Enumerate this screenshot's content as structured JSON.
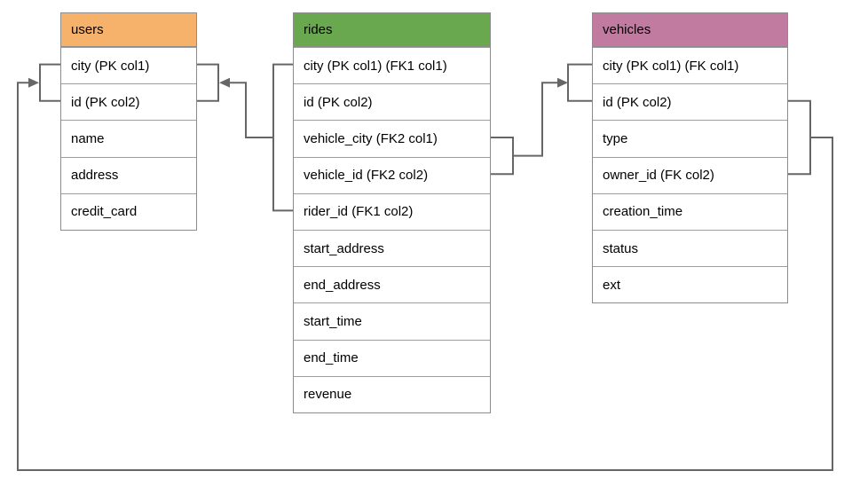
{
  "diagram": {
    "type": "database-schema-er-diagram",
    "line_color": "#666666",
    "tables": [
      {
        "name": "users",
        "header_color": "#F6B26B",
        "columns": [
          "city (PK col1)",
          "id (PK col2)",
          "name",
          "address",
          "credit_card"
        ]
      },
      {
        "name": "rides",
        "header_color": "#6AA84F",
        "columns": [
          "city (PK col1) (FK1 col1)",
          "id (PK col2)",
          "vehicle_city (FK2 col1)",
          "vehicle_id (FK2 col2)",
          "rider_id (FK1 col2)",
          "start_address",
          "end_address",
          "start_time",
          "end_time",
          "revenue"
        ]
      },
      {
        "name": "vehicles",
        "header_color": "#C27BA0",
        "columns": [
          "city (PK col1) (FK col1)",
          "id (PK col2)",
          "type",
          "owner_id (FK col2)",
          "creation_time",
          "status",
          "ext"
        ]
      }
    ],
    "relationships": [
      {
        "name": "FK1",
        "from": "rides (city, rider_id)",
        "to": "users (city, id)"
      },
      {
        "name": "FK2",
        "from": "rides (vehicle_city, vehicle_id)",
        "to": "vehicles (city, id)"
      },
      {
        "name": "FK",
        "from": "vehicles (id, owner_id)",
        "to": "users (city, id)"
      }
    ]
  }
}
